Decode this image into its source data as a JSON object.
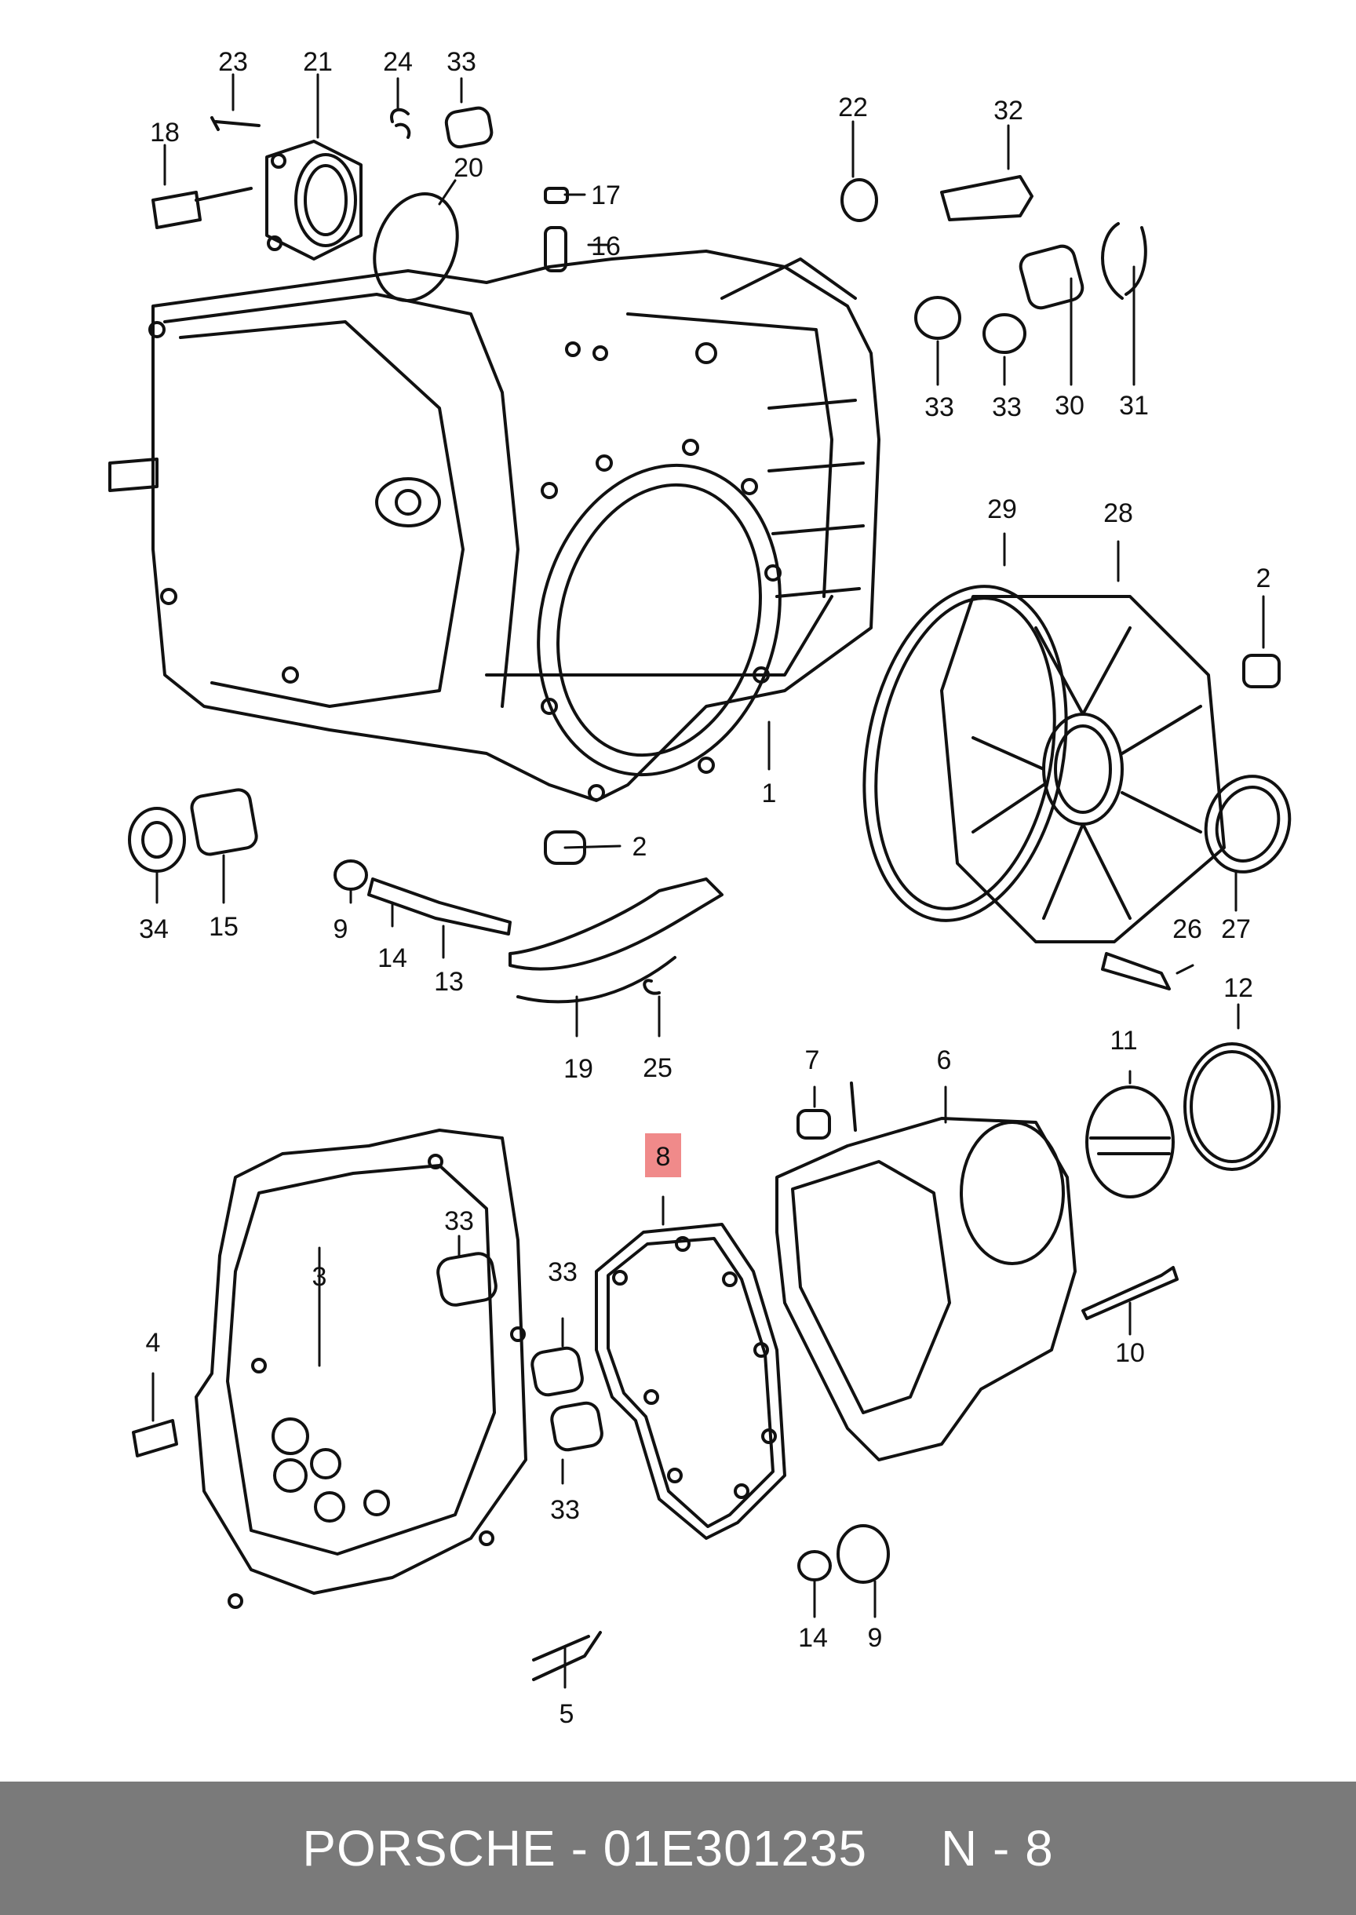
{
  "diagram": {
    "highlight": {
      "label": "8",
      "color": "#f08a8a"
    },
    "callouts": [
      {
        "id": "23-top",
        "text": "23"
      },
      {
        "id": "21",
        "text": "21"
      },
      {
        "id": "24",
        "text": "24"
      },
      {
        "id": "33-a",
        "text": "33"
      },
      {
        "id": "18",
        "text": "18"
      },
      {
        "id": "20",
        "text": "20"
      },
      {
        "id": "17",
        "text": "17"
      },
      {
        "id": "16",
        "text": "16"
      },
      {
        "id": "22",
        "text": "22"
      },
      {
        "id": "32",
        "text": "32"
      },
      {
        "id": "33-b",
        "text": "33"
      },
      {
        "id": "33-c",
        "text": "33"
      },
      {
        "id": "30",
        "text": "30"
      },
      {
        "id": "31",
        "text": "31"
      },
      {
        "id": "29",
        "text": "29"
      },
      {
        "id": "28",
        "text": "28"
      },
      {
        "id": "2-a",
        "text": "2"
      },
      {
        "id": "1",
        "text": "1"
      },
      {
        "id": "2-b",
        "text": "2"
      },
      {
        "id": "34",
        "text": "34"
      },
      {
        "id": "15",
        "text": "15"
      },
      {
        "id": "9-a",
        "text": "9"
      },
      {
        "id": "14-a",
        "text": "14"
      },
      {
        "id": "13",
        "text": "13"
      },
      {
        "id": "19",
        "text": "19"
      },
      {
        "id": "25",
        "text": "25"
      },
      {
        "id": "26",
        "text": "26"
      },
      {
        "id": "27",
        "text": "27"
      },
      {
        "id": "12",
        "text": "12"
      },
      {
        "id": "11",
        "text": "11"
      },
      {
        "id": "7",
        "text": "7"
      },
      {
        "id": "6",
        "text": "6"
      },
      {
        "id": "33-d",
        "text": "33"
      },
      {
        "id": "3",
        "text": "3"
      },
      {
        "id": "33-e",
        "text": "33"
      },
      {
        "id": "4",
        "text": "4"
      },
      {
        "id": "33-f",
        "text": "33"
      },
      {
        "id": "10",
        "text": "10"
      },
      {
        "id": "14-b",
        "text": "14"
      },
      {
        "id": "9-b",
        "text": "9"
      },
      {
        "id": "5",
        "text": "5"
      }
    ]
  },
  "footer": {
    "text": "PORSCHE - 01E301235     N - 8",
    "background": "#7a7a7a"
  }
}
